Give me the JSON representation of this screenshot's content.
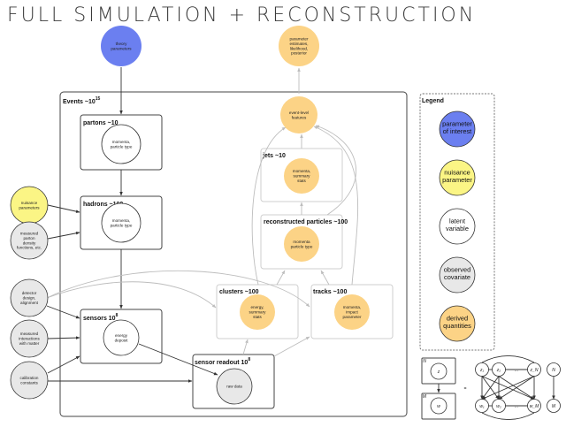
{
  "title": "FULL SIMULATION + RECONSTRUCTION",
  "colors": {
    "parameter_of_interest": "#6b7ff0",
    "nuisance_parameter": "#fbf585",
    "latent_variable": "#ffffff",
    "observed_covariate": "#e8e8e8",
    "derived_quantities": "#fcd386"
  },
  "nodes": {
    "theory_parameters": [
      "theory",
      "parameters"
    ],
    "parameter_estimates": [
      "parameter",
      "estimates,",
      "likelihood,",
      "posterior"
    ],
    "partons_node": [
      "momenta,",
      "particle type"
    ],
    "hadrons_node": [
      "momenta,",
      "particle type"
    ],
    "nuisance_parameters": [
      "nuisance",
      "parameters"
    ],
    "measured_pdfs": [
      "measured",
      "parton",
      "density",
      "functions, etc."
    ],
    "detector_design": [
      "detector",
      "design,",
      "alignment"
    ],
    "measured_interactions": [
      "measured",
      "interactions",
      "with matter"
    ],
    "calibration_constants": [
      "calibration",
      "constants"
    ],
    "sensors_node": [
      "energy",
      "deposit"
    ],
    "raw_data": [
      "raw data"
    ],
    "event_level_features": [
      "event-level",
      "features"
    ],
    "jets_node": [
      "momenta,",
      "summary",
      "stats"
    ],
    "reco_particles_node": [
      "momenta",
      "particle type"
    ],
    "clusters_node": [
      "energy,",
      "summary",
      "stats"
    ],
    "tracks_node": [
      "momenta,",
      "impact",
      "parameter"
    ]
  },
  "boxes": {
    "events": {
      "label": "Events ~10",
      "sup": "15"
    },
    "partons": {
      "label": "partons ~10"
    },
    "hadrons": {
      "label": "hadrons ~100"
    },
    "sensors": {
      "label": "sensors 10",
      "sup": "8"
    },
    "sensor_readout": {
      "label": "sensor readout 10",
      "sup": "8"
    },
    "jets": {
      "label": "jets ~10"
    },
    "reconstructed_particles": {
      "label": "reconstructed particles ~100"
    },
    "clusters": {
      "label": "clusters ~100"
    },
    "tracks": {
      "label": "tracks ~100"
    }
  },
  "legend": {
    "title": "Legend",
    "items": [
      {
        "lines": [
          "parameter",
          "of interest"
        ],
        "type": "parameter_of_interest"
      },
      {
        "lines": [
          "nuisance",
          "parameter"
        ],
        "type": "nuisance_parameter"
      },
      {
        "lines": [
          "latent",
          "variable"
        ],
        "type": "latent_variable"
      },
      {
        "lines": [
          "observed",
          "covariate"
        ],
        "type": "observed_covariate"
      },
      {
        "lines": [
          "derived",
          "quantities"
        ],
        "type": "derived_quantities"
      }
    ]
  },
  "plate_example": {
    "plate_outer": "N",
    "plate_inner": "M",
    "z_node": "z",
    "w_node": "w",
    "equals": "=",
    "top_row": [
      "z₁",
      "z₂",
      "…",
      "z_N"
    ],
    "bottom_row": [
      "w₁",
      "w₂",
      "…",
      "w_M"
    ],
    "side_top": "N",
    "side_bottom": "M"
  }
}
